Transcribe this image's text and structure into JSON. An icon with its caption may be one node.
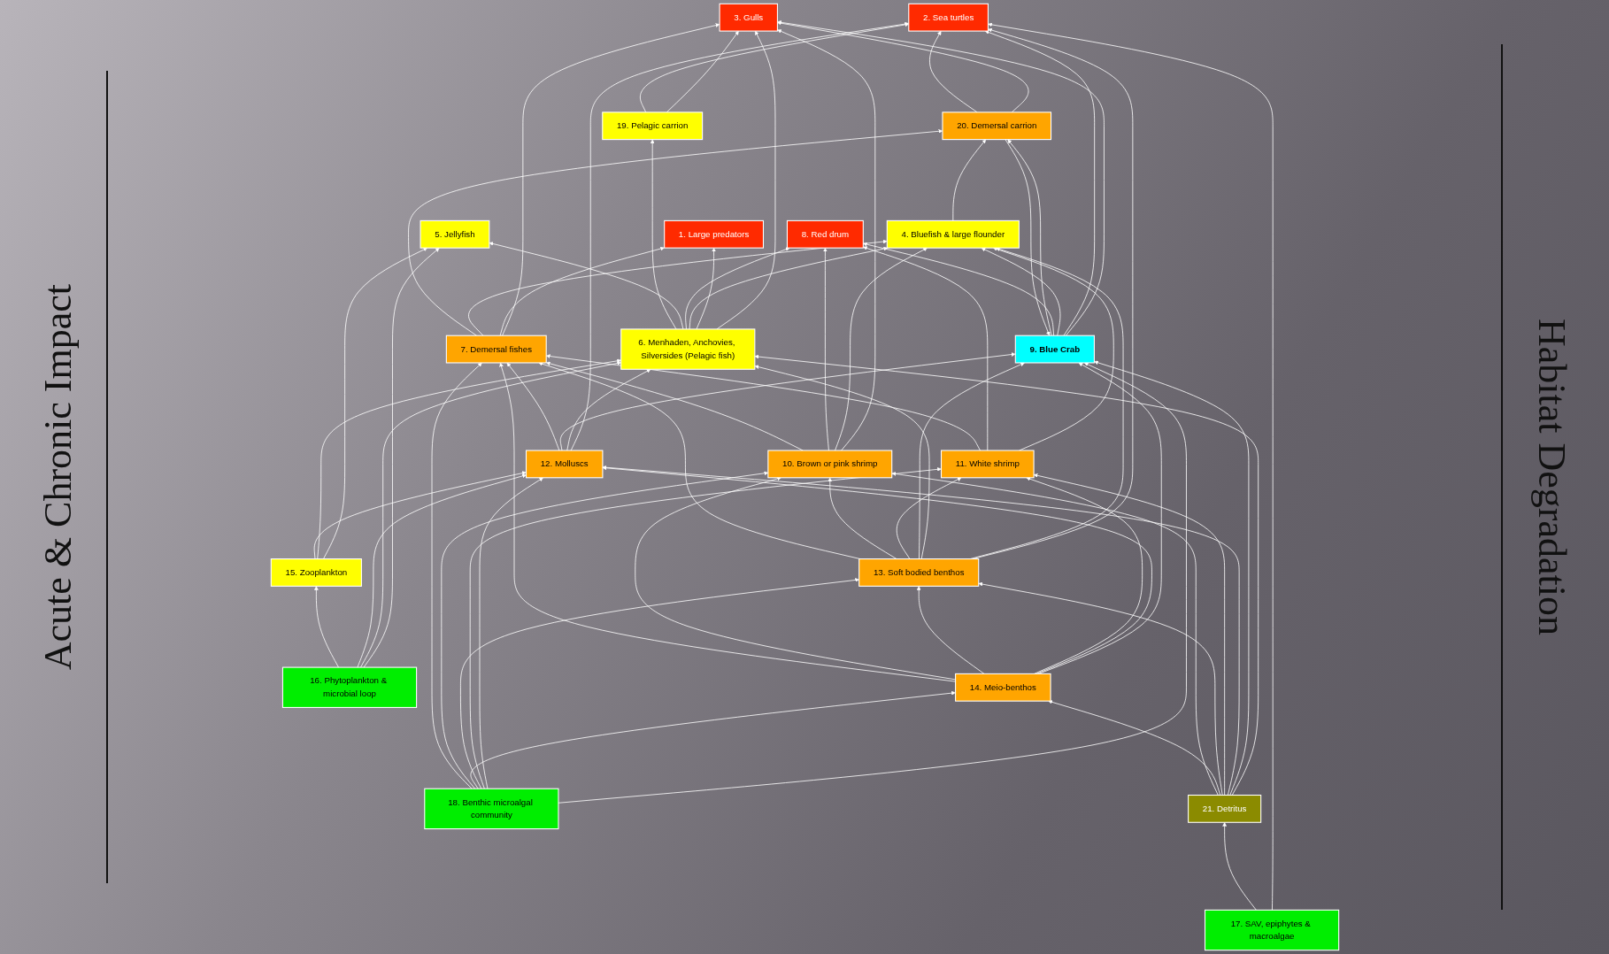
{
  "diagram": {
    "nodes": [
      {
        "text": [
          "3. Gulls"
        ]
      },
      {
        "text": [
          "2. Sea turtles"
        ]
      },
      {
        "text": [
          "1. Large predators"
        ]
      },
      {
        "text": [
          "4. Bluefish & large flounder"
        ]
      },
      {
        "text": [
          "8. Red drum"
        ]
      },
      {
        "text": [
          "5. Jellyfish"
        ]
      },
      {
        "text": [
          "6. Menhaden, Anchovies, Silversides (Pelagic fish)"
        ]
      },
      {
        "text": [
          "7. Demersal fishes"
        ]
      },
      {
        "text": [
          "19. Pelagic carrion"
        ]
      },
      {
        "text": [
          "20. Demersal carrion"
        ]
      },
      {
        "text": [
          "10. Brown or pink shrimp"
        ]
      },
      {
        "text": [
          "9. Blue Crab"
        ]
      },
      {
        "text": [
          "11. White shrimp"
        ]
      },
      {
        "text": [
          "12. Molluscs"
        ]
      },
      {
        "text": [
          "15. Zooplankton"
        ]
      },
      {
        "text": [
          "13. Soft bodied benthos"
        ]
      },
      {
        "text": [
          "21. Detritus"
        ]
      },
      {
        "text": [
          "14. Meio-benthos"
        ]
      },
      {
        "text": [
          "16. Phytoplankton & microbial loop"
        ]
      },
      {
        "text": [
          "17. SAV, epiphytes & macroalgae"
        ]
      },
      {
        "text": [
          "18. Benthic microalgal community"
        ]
      }
    ],
    "edges": [
      {
        "from": 6,
        "to": 0,
        "arrow": "to"
      },
      {
        "from": 8,
        "to": 0,
        "arrow": "to"
      },
      {
        "from": 11,
        "to": 0,
        "arrow": "to"
      },
      {
        "from": 9,
        "to": 0,
        "arrow": "to"
      },
      {
        "from": 10,
        "to": 0,
        "arrow": "to"
      },
      {
        "from": 7,
        "to": 0,
        "arrow": "to"
      },
      {
        "from": 9,
        "to": 1,
        "arrow": "to"
      },
      {
        "from": 11,
        "to": 1,
        "arrow": "to"
      },
      {
        "from": 8,
        "to": 1,
        "arrow": "to"
      },
      {
        "from": 13,
        "to": 1,
        "arrow": "to"
      },
      {
        "from": 15,
        "to": 1,
        "arrow": "to"
      },
      {
        "from": 19,
        "to": 1,
        "arrow": "to"
      },
      {
        "from": 7,
        "to": 2,
        "arrow": "to"
      },
      {
        "from": 6,
        "to": 2,
        "arrow": "to"
      },
      {
        "from": 6,
        "to": 3,
        "arrow": "to"
      },
      {
        "from": 7,
        "to": 3,
        "arrow": "to"
      },
      {
        "from": 10,
        "to": 3,
        "arrow": "to"
      },
      {
        "from": 12,
        "to": 3,
        "arrow": "to"
      },
      {
        "from": 15,
        "to": 3,
        "arrow": "to"
      },
      {
        "from": 11,
        "to": 3,
        "arrow": "to"
      },
      {
        "from": 6,
        "to": 4,
        "arrow": "to"
      },
      {
        "from": 10,
        "to": 4,
        "arrow": "to"
      },
      {
        "from": 12,
        "to": 4,
        "arrow": "to"
      },
      {
        "from": 11,
        "to": 4,
        "arrow": "to"
      },
      {
        "from": 18,
        "to": 5,
        "arrow": "to"
      },
      {
        "from": 14,
        "to": 5,
        "arrow": "to"
      },
      {
        "from": 6,
        "to": 5,
        "arrow": "to"
      },
      {
        "from": 18,
        "to": 6,
        "arrow": "to"
      },
      {
        "from": 14,
        "to": 6,
        "arrow": "to"
      },
      {
        "from": 16,
        "to": 6,
        "arrow": "to"
      },
      {
        "from": 15,
        "to": 6,
        "arrow": "to"
      },
      {
        "from": 13,
        "to": 6,
        "arrow": "to"
      },
      {
        "from": 6,
        "to": 8,
        "arrow": "to"
      },
      {
        "from": 7,
        "to": 9,
        "arrow": "to"
      },
      {
        "from": 3,
        "to": 9,
        "arrow": "to"
      },
      {
        "from": 11,
        "to": 9,
        "arrow": "to"
      },
      {
        "from": 16,
        "to": 11,
        "arrow": "to"
      },
      {
        "from": 15,
        "to": 11,
        "arrow": "to"
      },
      {
        "from": 13,
        "to": 11,
        "arrow": "to"
      },
      {
        "from": 17,
        "to": 11,
        "arrow": "to"
      },
      {
        "from": 9,
        "to": 11,
        "arrow": "to"
      },
      {
        "from": 20,
        "to": 11,
        "arrow": "to"
      },
      {
        "from": 16,
        "to": 13,
        "arrow": "to"
      },
      {
        "from": 18,
        "to": 13,
        "arrow": "to"
      },
      {
        "from": 20,
        "to": 13,
        "arrow": "to"
      },
      {
        "from": 17,
        "to": 13,
        "arrow": "to"
      },
      {
        "from": 14,
        "to": 13,
        "arrow": "to"
      },
      {
        "from": 16,
        "to": 12,
        "arrow": "to"
      },
      {
        "from": 17,
        "to": 12,
        "arrow": "to"
      },
      {
        "from": 15,
        "to": 12,
        "arrow": "to"
      },
      {
        "from": 20,
        "to": 12,
        "arrow": "to"
      },
      {
        "from": 16,
        "to": 15,
        "arrow": "to"
      },
      {
        "from": 20,
        "to": 15,
        "arrow": "to"
      },
      {
        "from": 17,
        "to": 15,
        "arrow": "to"
      },
      {
        "from": 20,
        "to": 17,
        "arrow": "to"
      },
      {
        "from": 16,
        "to": 17,
        "arrow": "to"
      },
      {
        "from": 16,
        "to": 10,
        "arrow": "to"
      },
      {
        "from": 17,
        "to": 10,
        "arrow": "to"
      },
      {
        "from": 20,
        "to": 10,
        "arrow": "to"
      },
      {
        "from": 15,
        "to": 10,
        "arrow": "to"
      },
      {
        "from": 15,
        "to": 7,
        "arrow": "to"
      },
      {
        "from": 17,
        "to": 7,
        "arrow": "to"
      },
      {
        "from": 13,
        "to": 7,
        "arrow": "to"
      },
      {
        "from": 10,
        "to": 7,
        "arrow": "to"
      },
      {
        "from": 12,
        "to": 7,
        "arrow": "to"
      },
      {
        "from": 20,
        "to": 7,
        "arrow": "to"
      },
      {
        "from": 18,
        "to": 14,
        "arrow": "to"
      },
      {
        "from": 19,
        "to": 16,
        "arrow": "to"
      }
    ],
    "labels": [
      "Acute & Chronic Impact",
      "Habitat Degradation"
    ]
  }
}
